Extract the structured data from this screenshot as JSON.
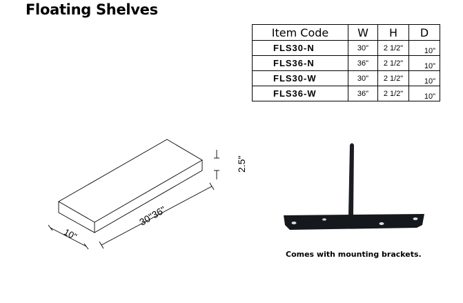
{
  "title": "Floating Shelves",
  "table": {
    "headers": [
      "Item Code",
      "W",
      "H",
      "D"
    ],
    "rows": [
      [
        "FLS30-N",
        "30\"",
        "2 1/2\"",
        "10\""
      ],
      [
        "FLS36-N",
        "36\"",
        "2 1/2\"",
        "10\""
      ],
      [
        "FLS30-W",
        "30\"",
        "2 1/2\"",
        "10\""
      ],
      [
        "FLS36-W",
        "36\"",
        "2 1/2\"",
        "10\""
      ]
    ]
  },
  "diagram": {
    "depth_label": "10\"",
    "length_label": "30\"36\"",
    "height_label": "2.5\""
  },
  "caption": "Comes with mounting brackets."
}
